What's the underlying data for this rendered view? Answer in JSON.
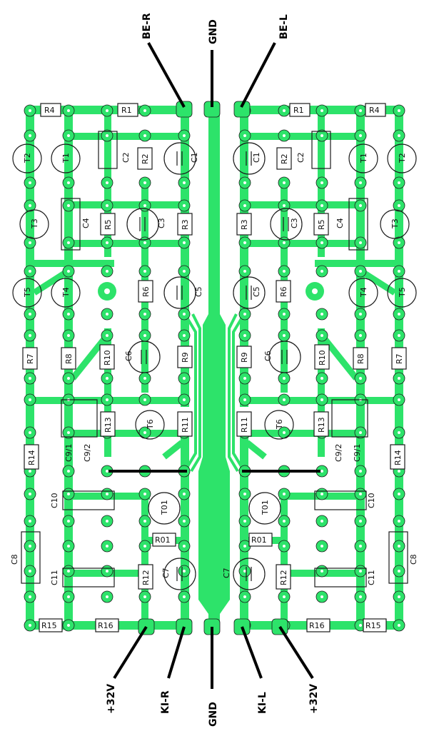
{
  "connectors": {
    "be_r": "BE-R",
    "gnd_top": "GND",
    "be_l": "BE-L",
    "v32_left": "+32V",
    "ki_r": "KI-R",
    "gnd_bottom": "GND",
    "ki_l": "KI-L",
    "v32_right": "+32V"
  },
  "labels": {
    "r1": "R1",
    "r2": "R2",
    "r3": "R3",
    "r4": "R4",
    "r5": "R5",
    "r6": "R6",
    "r7": "R7",
    "r8": "R8",
    "r9": "R9",
    "r10": "R10",
    "r11": "R11",
    "r12": "R12",
    "r13": "R13",
    "r14": "R14",
    "r15": "R15",
    "r16": "R16",
    "c1": "C1",
    "c2": "C2",
    "c3": "C3",
    "c4": "C4",
    "c5": "C5",
    "c6": "C6",
    "c7": "C7",
    "c8": "C8",
    "c10": "C10",
    "c11": "C11",
    "c9_1": "C9/1",
    "c9_2": "C9/2",
    "t1": "T1",
    "t2": "T2",
    "t3": "T3",
    "t4": "T4",
    "t5": "T5",
    "t6": "T6",
    "t01": "T01",
    "r01": "R01"
  },
  "colors": {
    "copper": "#2de36a",
    "outline": "#1a1a1a",
    "wire": "#000000"
  }
}
